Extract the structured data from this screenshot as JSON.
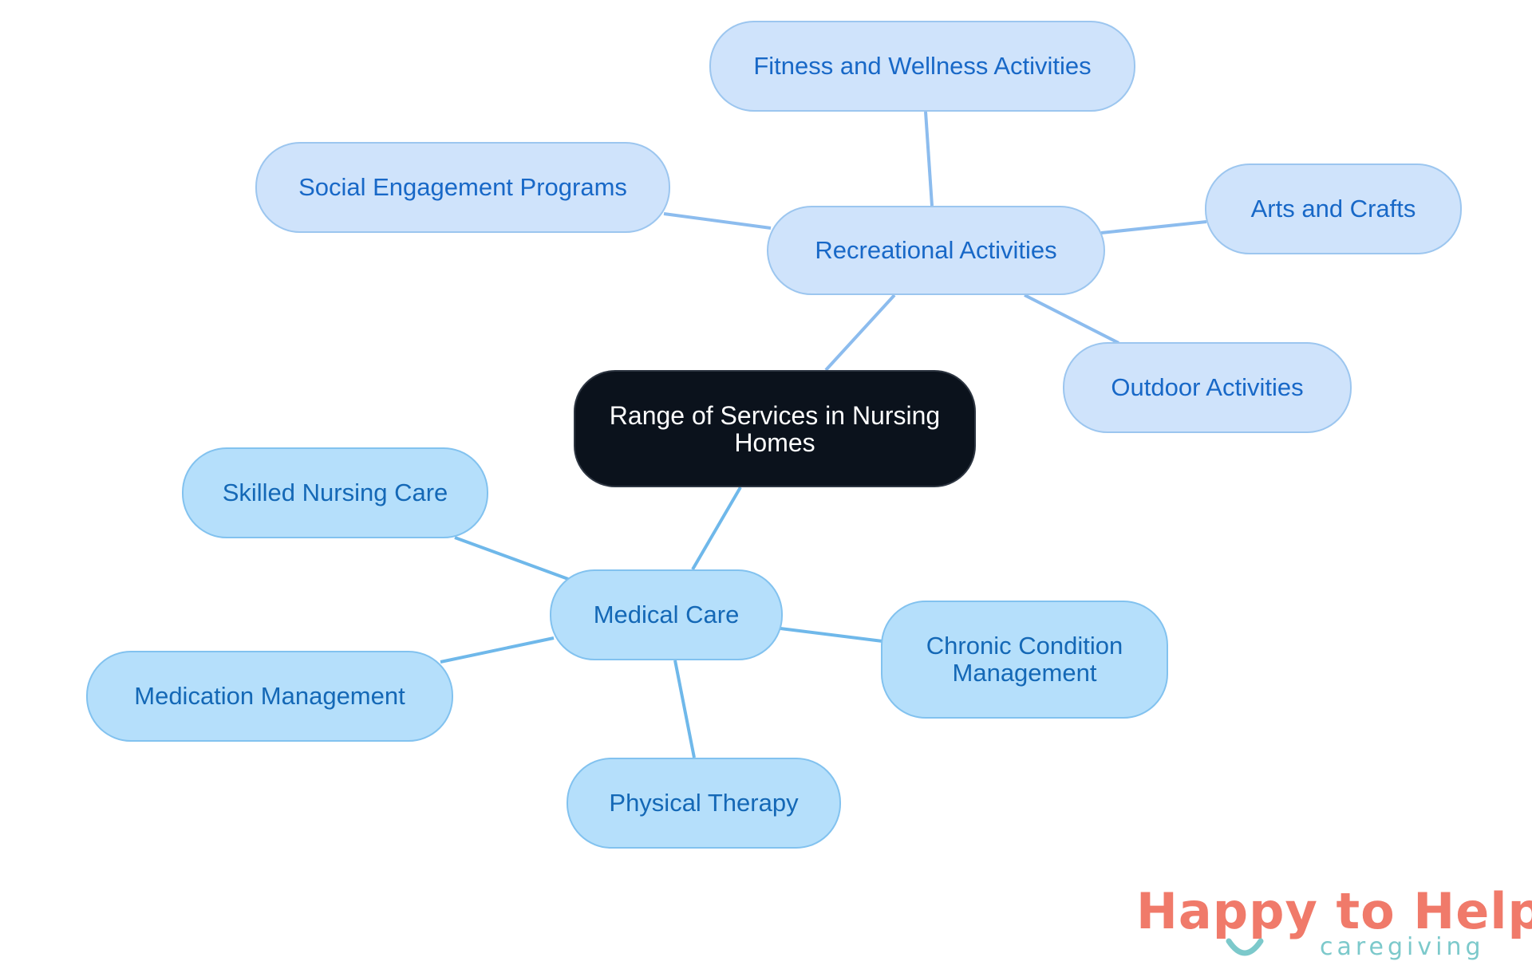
{
  "diagram": {
    "central": "Range of Services in Nursing Homes",
    "recreational": {
      "label": "Recreational Activities",
      "children": [
        "Fitness and Wellness Activities",
        "Social Engagement Programs",
        "Arts and Crafts",
        "Outdoor Activities"
      ]
    },
    "medical": {
      "label": "Medical Care",
      "children": [
        "Skilled Nursing Care",
        "Medication Management",
        "Physical Therapy",
        "Chronic Condition Management"
      ]
    }
  },
  "logo": {
    "text": "Happy to Help",
    "tagline": "caregiving"
  },
  "colors": {
    "central_fill": "#0b121c",
    "recreational_fill": "#cfe3fb",
    "medical_fill": "#b5dffb",
    "recreational_edge": "#8cbcee",
    "medical_edge": "#6fb8ea",
    "logo_primary": "#f07a6a",
    "logo_secondary": "#7cc9cb"
  }
}
